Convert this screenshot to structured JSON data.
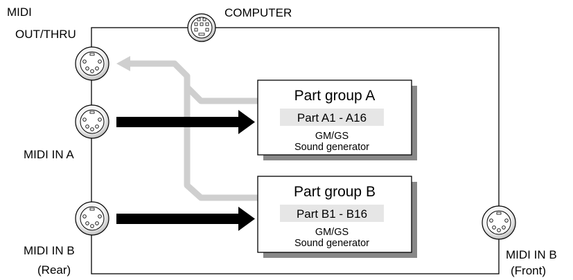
{
  "ports": {
    "computer": "COMPUTER",
    "midi_out_thru_line1": "MIDI",
    "midi_out_thru_line2": "OUT/THRU",
    "midi_in_a": "MIDI IN A",
    "midi_in_b_rear_line1": "MIDI IN B",
    "midi_in_b_rear_line2": "(Rear)",
    "midi_in_b_front_line1": "MIDI IN B",
    "midi_in_b_front_line2": "(Front)"
  },
  "groups": {
    "a": {
      "title": "Part group A",
      "parts": "Part A1 - A16",
      "line1": "GM/GS",
      "line2": "Sound generator"
    },
    "b": {
      "title": "Part group B",
      "parts": "Part B1 - B16",
      "line1": "GM/GS",
      "line2": "Sound generator"
    }
  },
  "colors": {
    "outline": "#000000",
    "thru_path": "#cfcfcf",
    "part_label_bg": "#e6e6e6",
    "shadow": "#888888"
  }
}
